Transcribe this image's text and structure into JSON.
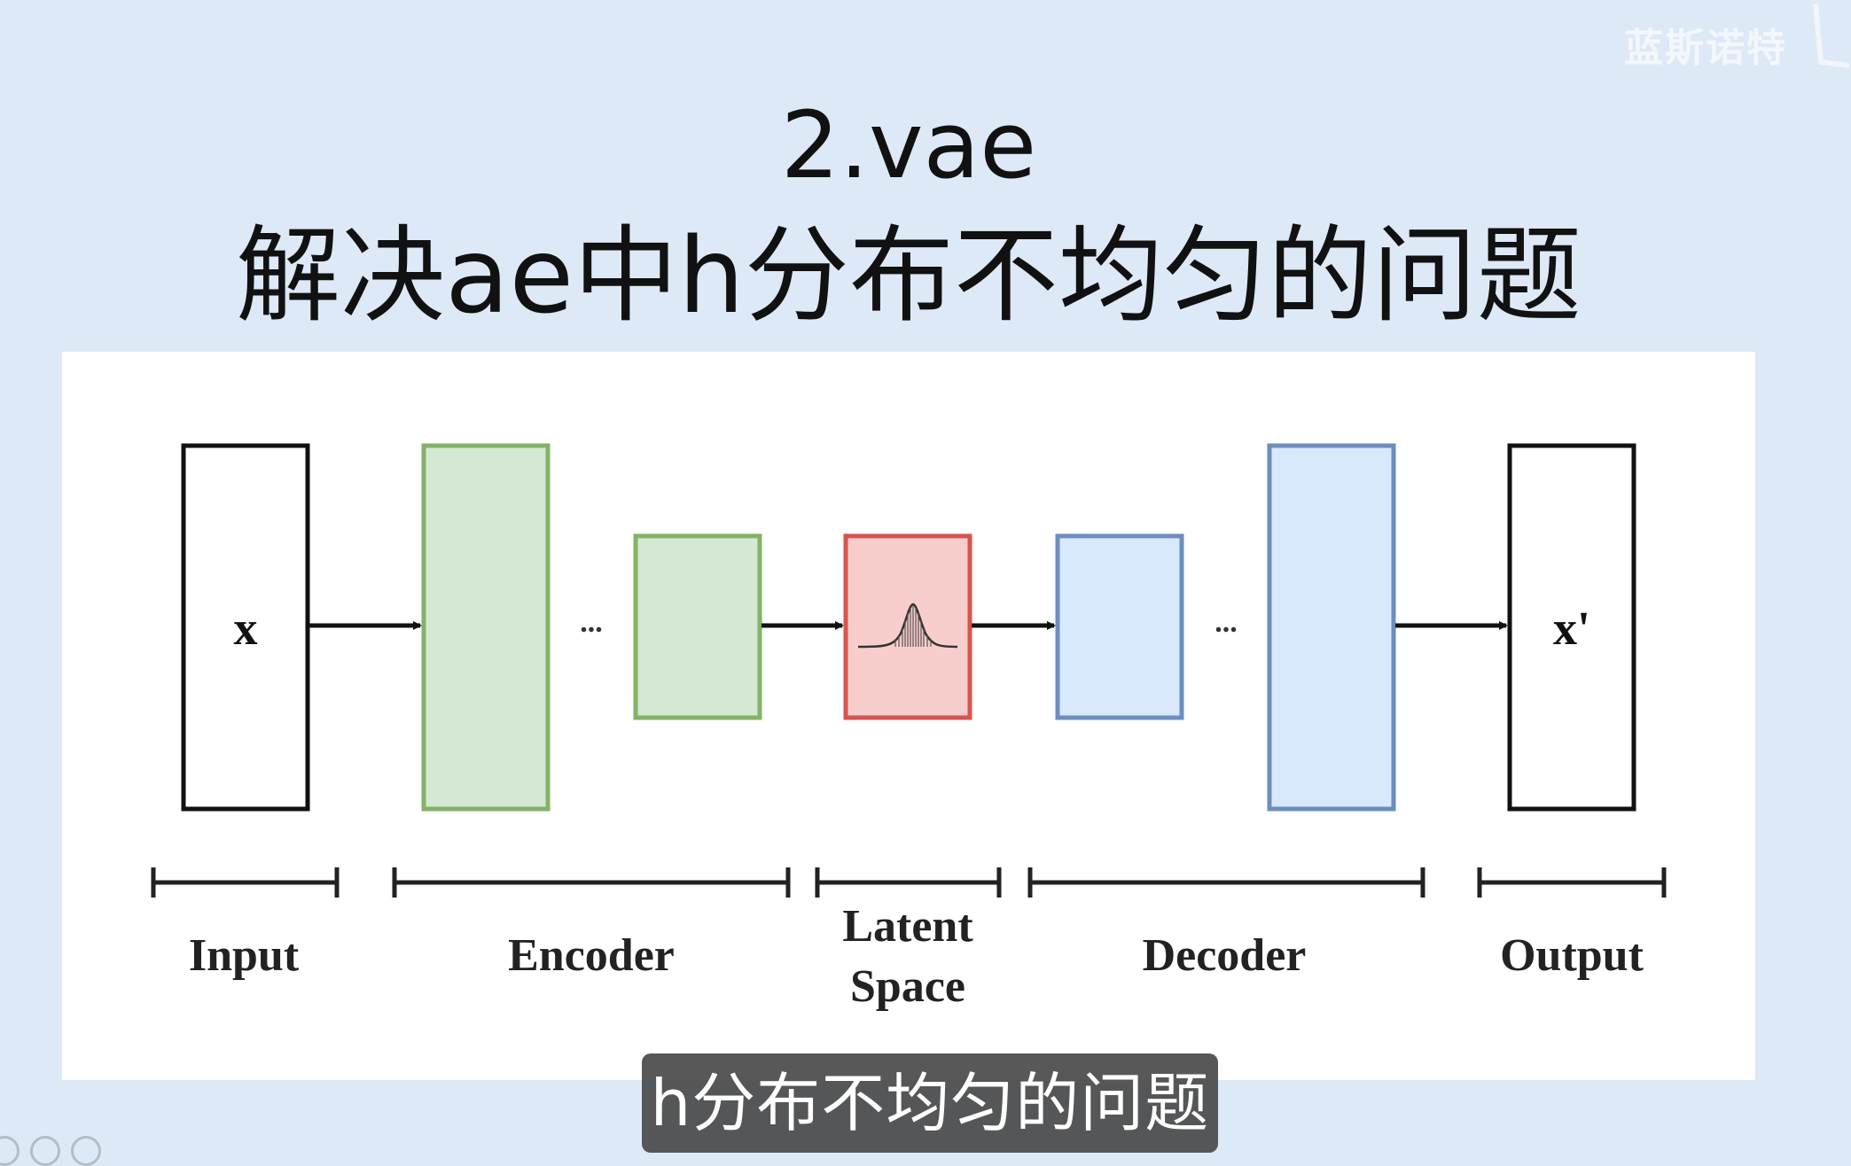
{
  "watermark": "蓝斯诺特",
  "title": {
    "line1": "2.vae",
    "line2": "解决ae中h分布不均匀的问题"
  },
  "diagram": {
    "input_symbol": "x",
    "output_symbol": "x'",
    "ellipsis_encoder": "...",
    "ellipsis_decoder": "...",
    "labels": {
      "input": "Input",
      "encoder": "Encoder",
      "latent_line1": "Latent",
      "latent_line2": "Space",
      "decoder": "Decoder",
      "output": "Output"
    },
    "colors": {
      "encoder_fill": "#d5e8d4",
      "encoder_stroke": "#82b366",
      "latent_fill": "#f8cecc",
      "latent_stroke": "#d9534f",
      "decoder_fill": "#dae8fc",
      "decoder_stroke": "#6c8ebf",
      "io_stroke": "#111111",
      "arrow": "#111111"
    }
  },
  "subtitle": "h分布不均匀的问题",
  "player_controls": [
    {
      "icon": "fullscreen-icon"
    },
    {
      "icon": "zoom-icon"
    },
    {
      "icon": "more-icon"
    }
  ]
}
